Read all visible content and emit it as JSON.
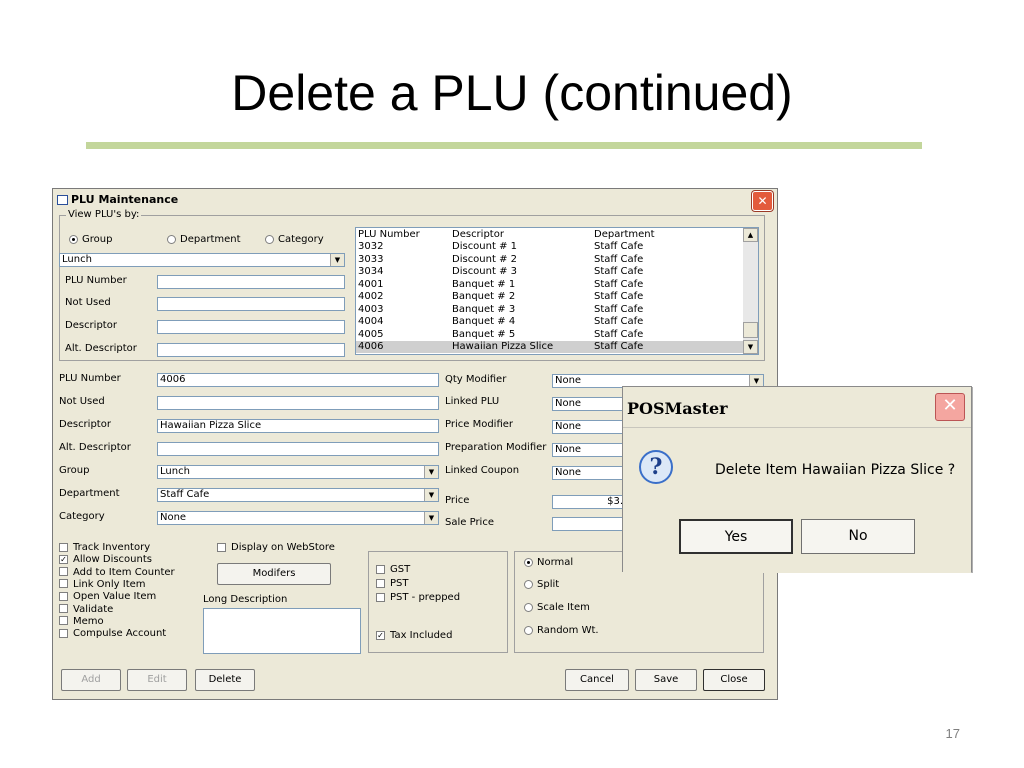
{
  "slide": {
    "title": "Delete a PLU (continued)",
    "page_number": "17",
    "rule_color": "#c3d69b"
  },
  "window": {
    "title": "PLU Maintenance",
    "close_glyph": "✕",
    "view_by": {
      "label": "View PLU's by:",
      "options": [
        "Group",
        "Department",
        "Category"
      ],
      "selected": "Group",
      "combo_value": "Lunch",
      "plu_number_label": "PLU Number",
      "not_used_label": "Not Used",
      "descriptor_label": "Descriptor",
      "alt_descriptor_label": "Alt. Descriptor"
    },
    "list": {
      "columns": [
        "PLU Number",
        "Descriptor",
        "Department"
      ],
      "rows": [
        [
          "3032",
          "Discount # 1",
          "Staff Cafe"
        ],
        [
          "3033",
          "Discount # 2",
          "Staff Cafe"
        ],
        [
          "3034",
          "Discount # 3",
          "Staff Cafe"
        ],
        [
          "4001",
          "Banquet # 1",
          "Staff Cafe"
        ],
        [
          "4002",
          "Banquet # 2",
          "Staff Cafe"
        ],
        [
          "4003",
          "Banquet # 3",
          "Staff Cafe"
        ],
        [
          "4004",
          "Banquet # 4",
          "Staff Cafe"
        ],
        [
          "4005",
          "Banquet # 5",
          "Staff Cafe"
        ],
        [
          "4006",
          "Hawaiian Pizza Slice",
          "Staff Cafe"
        ]
      ],
      "selected_row": 8
    },
    "form": {
      "plu_number_label": "PLU Number",
      "plu_number_value": "4006",
      "not_used_label": "Not Used",
      "not_used_value": "",
      "descriptor_label": "Descriptor",
      "descriptor_value": "Hawaiian Pizza Slice",
      "alt_descriptor_label": "Alt. Descriptor",
      "alt_descriptor_value": "",
      "group_label": "Group",
      "group_value": "Lunch",
      "department_label": "Department",
      "department_value": "Staff Cafe",
      "category_label": "Category",
      "category_value": "None",
      "qty_modifier_label": "Qty Modifier",
      "qty_modifier_value": "None",
      "linked_plu_label": "Linked PLU",
      "linked_plu_value": "None",
      "price_modifier_label": "Price Modifier",
      "price_modifier_value": "None",
      "prep_modifier_label": "Preparation Modifier",
      "prep_modifier_value": "None",
      "linked_coupon_label": "Linked Coupon",
      "linked_coupon_value": "None",
      "price_label": "Price",
      "price_value": "$3.",
      "sale_price_label": "Sale Price",
      "sale_price_value": ""
    },
    "checkboxes": [
      {
        "label": "Track Inventory",
        "checked": false
      },
      {
        "label": "Allow Discounts",
        "checked": true
      },
      {
        "label": "Add to Item Counter",
        "checked": false
      },
      {
        "label": "Link Only Item",
        "checked": false
      },
      {
        "label": "Open Value Item",
        "checked": false
      },
      {
        "label": "Validate",
        "checked": false
      },
      {
        "label": "Memo",
        "checked": false
      },
      {
        "label": "Compulse Account",
        "checked": false
      }
    ],
    "display_on_webstore": {
      "label": "Display on WebStore",
      "checked": false
    },
    "modifiers_button": "Modifers",
    "long_description_label": "Long Description",
    "taxes": [
      {
        "label": "GST",
        "checked": false
      },
      {
        "label": "PST",
        "checked": false
      },
      {
        "label": "PST - prepped",
        "checked": false
      },
      {
        "label": "Tax Included",
        "checked": true
      }
    ],
    "item_types": [
      {
        "label": "Normal",
        "selected": true
      },
      {
        "label": "Split",
        "selected": false
      },
      {
        "label": "Scale Item",
        "selected": false
      },
      {
        "label": "Random Wt.",
        "selected": false
      }
    ],
    "buttons": {
      "add": "Add",
      "edit": "Edit",
      "delete": "Delete",
      "cancel": "Cancel",
      "save": "Save",
      "close": "Close"
    }
  },
  "dialog": {
    "title": "POSMaster",
    "icon": "question-icon",
    "icon_glyph": "?",
    "close_glyph": "✕",
    "message": "Delete Item Hawaiian Pizza Slice ?",
    "yes": "Yes",
    "no": "No"
  }
}
